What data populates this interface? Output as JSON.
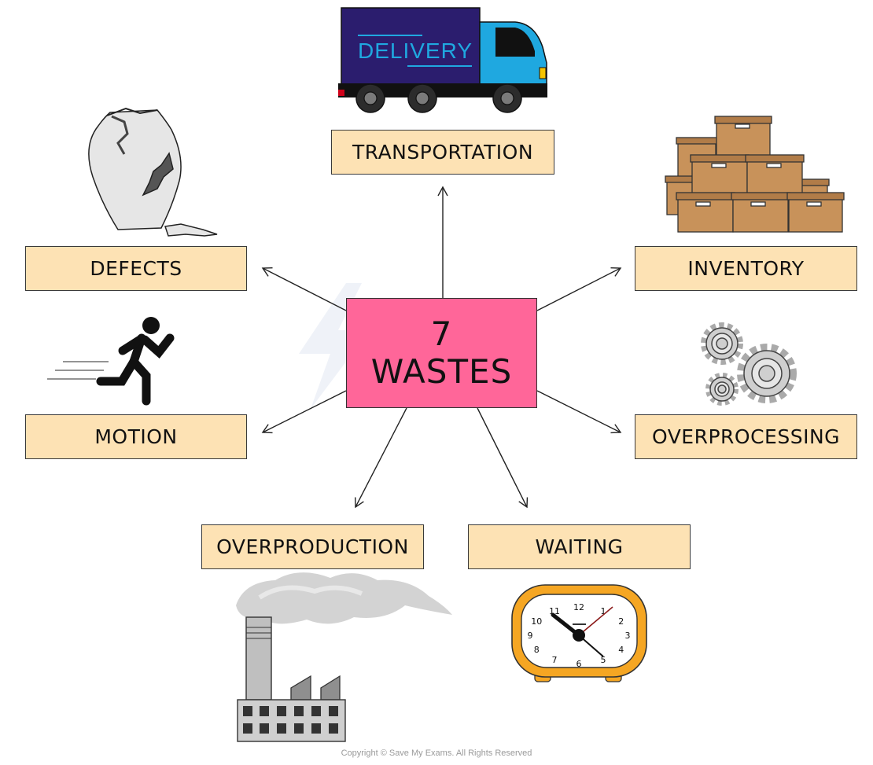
{
  "center": {
    "line1": "7",
    "line2": "WASTES"
  },
  "wastes": {
    "transportation": "TRANSPORTATION",
    "defects": "DEFECTS",
    "inventory": "INVENTORY",
    "motion": "MOTION",
    "overprocessing": "OVERPROCESSING",
    "overproduction": "OVERPRODUCTION",
    "waiting": "WAITING"
  },
  "truck_text": "DELIVERY",
  "clock_numbers": [
    "12",
    "1",
    "2",
    "3",
    "4",
    "5",
    "6",
    "7",
    "8",
    "9",
    "10",
    "11"
  ],
  "copyright": "Copyright © Save My Exams. All Rights Reserved",
  "watermark": "Save My Exams",
  "colors": {
    "center_fill": "#ff6699",
    "label_fill": "#fde2b4",
    "truck_body": "#2b1d6e",
    "truck_cab": "#1fa8e0",
    "clock_frame": "#f5a623",
    "box_fill": "#c8925a"
  },
  "icons": [
    "delivery-truck-icon",
    "broken-vase-icon",
    "boxes-icon",
    "running-person-icon",
    "gears-icon",
    "factory-icon",
    "alarm-clock-icon"
  ]
}
